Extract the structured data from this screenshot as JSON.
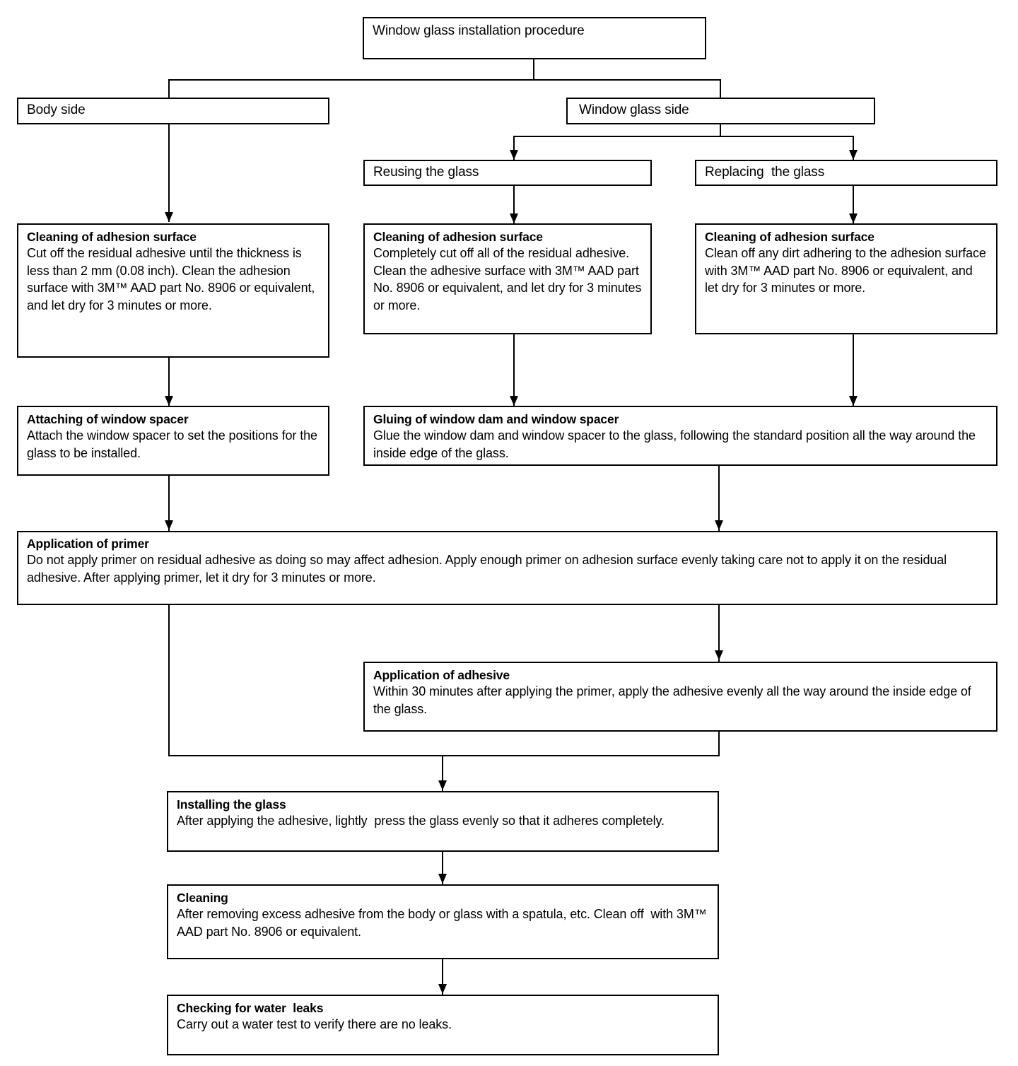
{
  "diagram": {
    "title": "Window glass installation procedure",
    "nodes": {
      "root": {
        "label": "Window glass installation procedure"
      },
      "body_side": {
        "label": "Body side"
      },
      "glass_side": {
        "label": "Window glass side"
      },
      "reusing": {
        "label": "Reusing the glass"
      },
      "replacing": {
        "label": "Replacing  the glass"
      },
      "clean_body": {
        "title": "Cleaning of adhesion surface",
        "body": "Cut off the residual adhesive until the thickness is less than 2 mm (0.08 inch). Clean the adhesion surface with 3M™ AAD part No. 8906 or equivalent, and let dry for 3 minutes or more."
      },
      "clean_reuse": {
        "title": "Cleaning of adhesion surface",
        "body": "Completely cut off all of the residual adhesive. Clean the adhesive surface with 3M™ AAD part No. 8906 or equivalent, and let dry for 3 minutes or more."
      },
      "clean_replace": {
        "title": "Cleaning of adhesion surface",
        "body": "Clean off any dirt adhering to the adhesion surface with 3M™ AAD part No. 8906 or equivalent, and let dry for 3 minutes or more."
      },
      "attach_spacer": {
        "title": "Attaching of window spacer",
        "body": "Attach the window spacer to set the positions for the glass to be installed."
      },
      "gluing": {
        "title": "Gluing of window dam and window spacer",
        "body": "Glue the window dam and window spacer to the glass, following the standard position all the way around the inside edge of the glass."
      },
      "primer": {
        "title": "Application of primer",
        "body": "Do not apply primer on residual adhesive as doing so may affect adhesion. Apply enough primer on adhesion surface evenly taking care not to apply it on the residual adhesive. After applying primer, let it dry for 3 minutes or more."
      },
      "adhesive": {
        "title": "Application of adhesive",
        "body": "Within 30 minutes after applying the primer, apply the adhesive evenly all the way around the inside edge of the glass."
      },
      "installing": {
        "title": "Installing the glass",
        "body": "After applying the adhesive, lightly  press the glass evenly so that it adheres completely."
      },
      "cleaning": {
        "title": "Cleaning",
        "body": "After removing excess adhesive from the body or glass with a spatula, etc. Clean off  with 3M™ AAD part No. 8906 or equivalent."
      },
      "water_leaks": {
        "title": "Checking for water  leaks",
        "body": "Carry out a water test to verify there are no leaks."
      }
    },
    "colors": {
      "line": "#000000",
      "box_fill": "#ffffff",
      "text": "#000000"
    }
  }
}
